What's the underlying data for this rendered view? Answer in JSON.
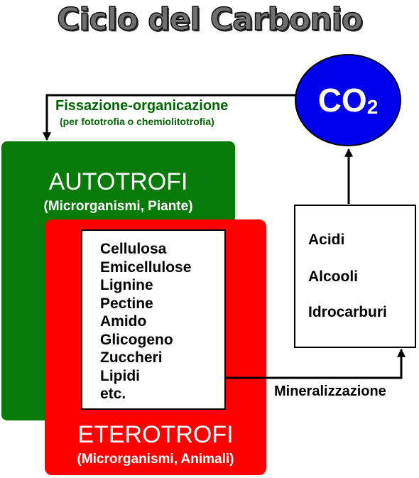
{
  "title": "Ciclo del Carbonio",
  "co2": {
    "main": "CO",
    "subscript": "2"
  },
  "fissazione": {
    "label": "Fissazione-organicazione",
    "sublabel": "(per fototrofia o chemiolitotrofia)"
  },
  "autotrofi": {
    "title": "AUTOTROFI",
    "subtitle": "(Microrganismi, Piante)"
  },
  "eterotrofi": {
    "title": "ETEROTROFI",
    "subtitle": "(Microrganismi, Animali)"
  },
  "compounds": [
    "Cellulosa",
    "Emicellulose",
    "Lignine",
    "Pectine",
    "Amido",
    "Glicogeno",
    "Zuccheri",
    "Lipidi",
    "etc."
  ],
  "products": [
    "Acidi",
    "Alcooli",
    "Idrocarburi"
  ],
  "mineralizzazione": "Mineralizzazione",
  "colors": {
    "autotrofi": "#077a07",
    "eterotrofi": "#ff0000",
    "co2": "#0000ee",
    "fissazione_text": "#006400"
  }
}
